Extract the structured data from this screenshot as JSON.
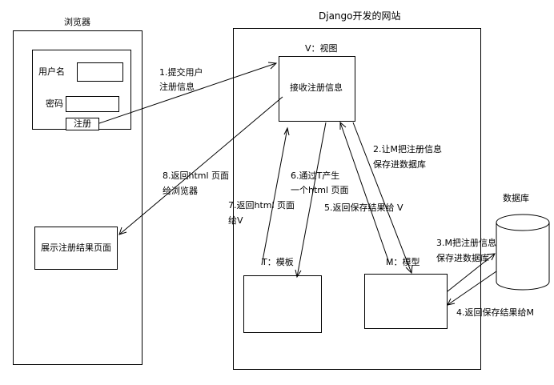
{
  "browser": {
    "title": "浏览器",
    "username_label": "用户名",
    "password_label": "密码",
    "register_button": "注册",
    "result_page": "展示注册结果页面"
  },
  "site": {
    "title": "Django开发的网站",
    "view_label": "V：视图",
    "view_box_text": "接收注册信息",
    "template_label": "T：模板",
    "model_label": "M：模型"
  },
  "database": {
    "label": "数据库"
  },
  "steps": {
    "s1_line1": "1.提交用户",
    "s1_line2": "注册信息",
    "s2_line1": "2.让M把注册信息",
    "s2_line2": "保存进数据库",
    "s3_line1": "3.M把注册信息",
    "s3_line2": "保存进数据库",
    "s4": "4.返回保存结果给M",
    "s5": "5.返回保存结果给 V",
    "s6_line1": "6.通过T产生",
    "s6_line2": "一个html 页面",
    "s7_line1": "7.返回html 页面",
    "s7_line2": "给V",
    "s8_line1": "8.返回html 页面",
    "s8_line2": "给浏览器"
  }
}
